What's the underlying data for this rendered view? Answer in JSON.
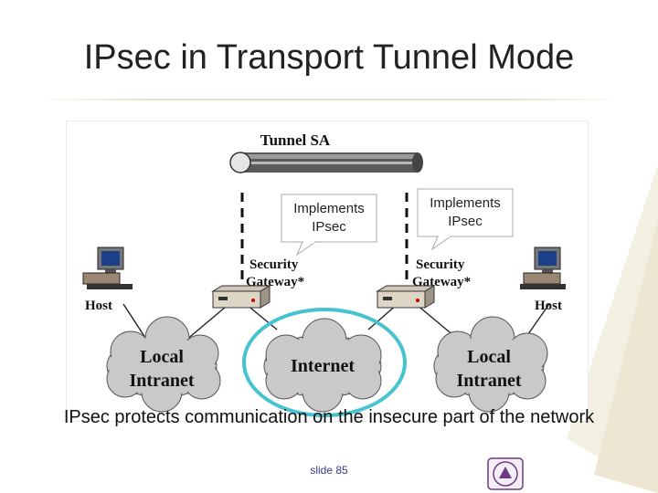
{
  "slide": {
    "title": "IPsec in Transport Tunnel Mode",
    "caption": "IPsec protects communication on the insecure part of the network",
    "number": "slide 85"
  },
  "diagram": {
    "tunnel_label": "Tunnel SA",
    "callouts": [
      "Implements IPsec",
      "Implements IPsec"
    ],
    "gateway_left": [
      "Security",
      "Gateway*"
    ],
    "gateway_right": [
      "Security",
      "Gateway*"
    ],
    "host_left": "Host",
    "host_right": "Host",
    "cloud_left": [
      "Local",
      "Intranet"
    ],
    "cloud_center": "Internet",
    "cloud_right": [
      "Local",
      "Intranet"
    ]
  },
  "colors": {
    "highlight_ring": "#46c3d0",
    "title_rule": "#e7dfc2"
  }
}
